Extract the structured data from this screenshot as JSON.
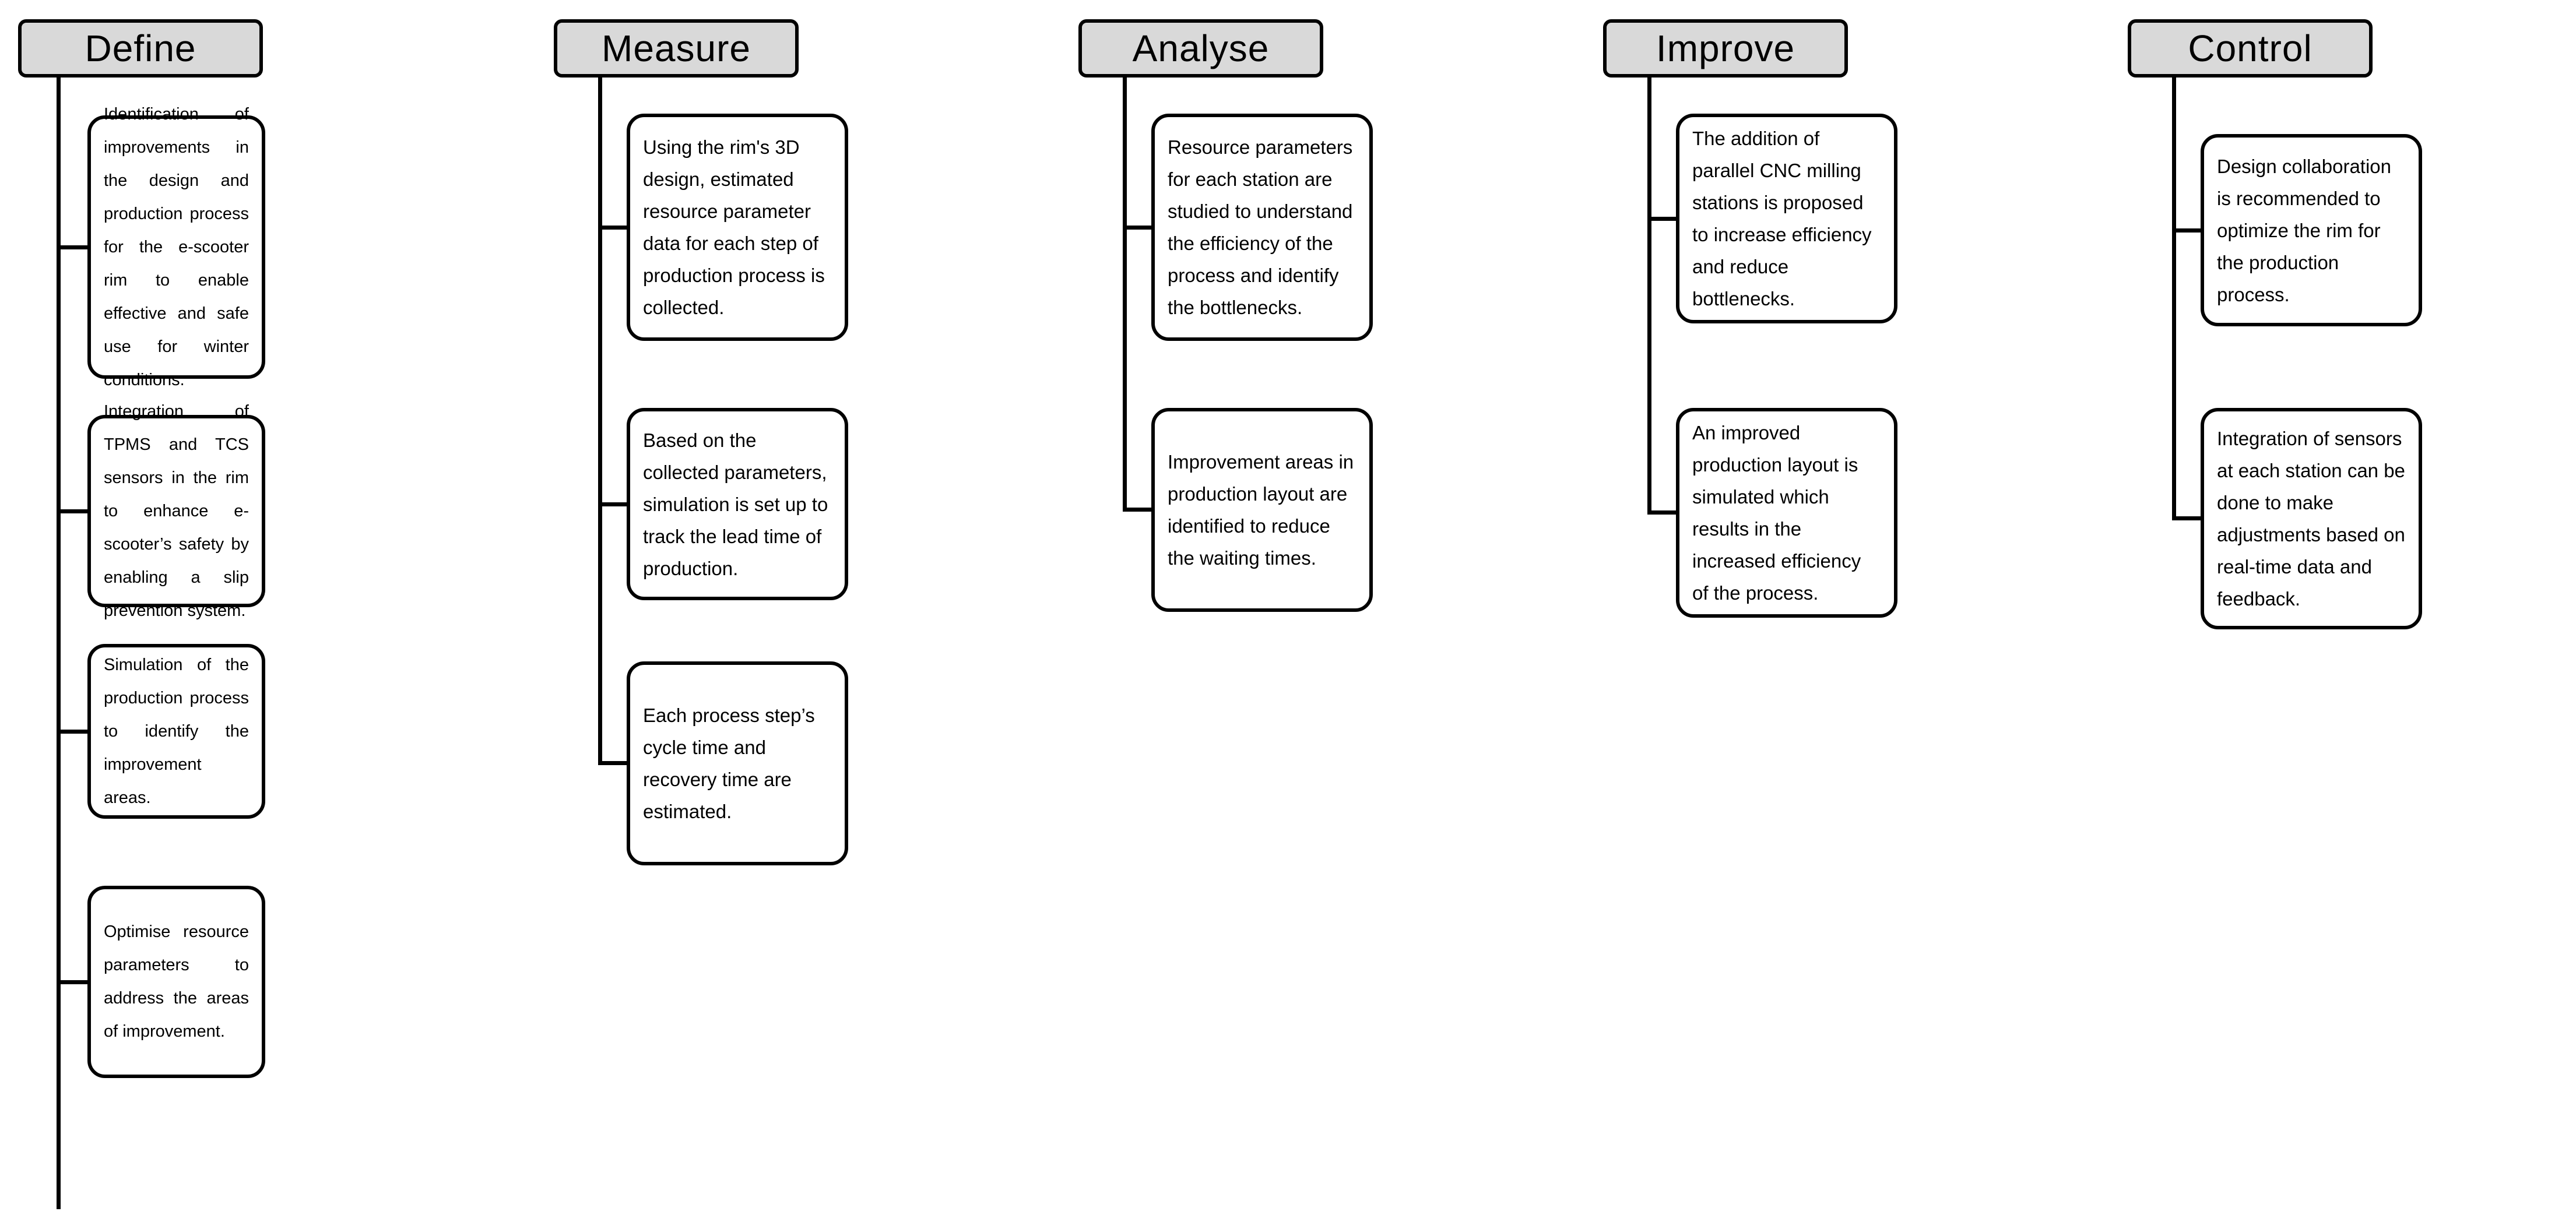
{
  "diagram": {
    "type": "dmaic-flow",
    "columns": [
      {
        "header": "Define",
        "boxes": [
          "Identification of improvements in the design and production process for the e-scooter rim to enable effective and safe use for winter conditions.",
          "Integration of TPMS and TCS sensors in the rim to enhance e-scooter’s safety by enabling a slip prevention system.",
          "Simulation of the production process to identify the improvement areas.",
          "Optimise resource parameters to address the areas of improvement."
        ]
      },
      {
        "header": "Measure",
        "boxes": [
          "Using the rim's 3D design, estimated resource parameter data for each step of production process is collected.",
          "Based on the collected parameters, simulation is set up to track the lead time of production.",
          "Each process step’s cycle time and recovery time are estimated."
        ]
      },
      {
        "header": "Analyse",
        "boxes": [
          "Resource parameters for each station are studied to understand the efficiency of the process and identify the bottlenecks.",
          "Improvement areas in production layout are identified to reduce the waiting times."
        ]
      },
      {
        "header": "Improve",
        "boxes": [
          "The addition of parallel CNC milling stations is proposed to increase efficiency and reduce bottlenecks.",
          "An improved production layout is simulated which results in the increased efficiency of the process."
        ]
      },
      {
        "header": "Control",
        "boxes": [
          "Design collaboration is recommended to optimize the rim for the production process.",
          "Integration of sensors at each station can be done to make adjustments based on real-time data and feedback."
        ]
      }
    ]
  },
  "colors": {
    "header_bg": "#D9D9D9",
    "border": "#000000",
    "background": "#FFFFFF",
    "text": "#000000"
  }
}
